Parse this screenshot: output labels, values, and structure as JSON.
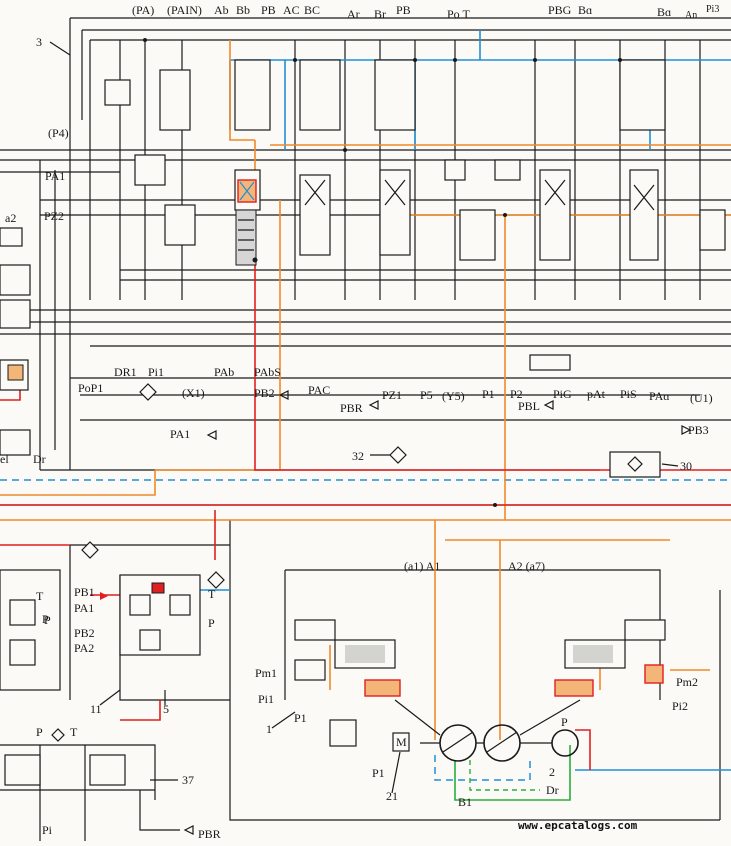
{
  "labels": {
    "pa": "(PA)",
    "pain": "(PAIN)",
    "ab": "Ab",
    "bb": "Bb",
    "pb": "PB",
    "ac": "AC",
    "bc": "BC",
    "ar": "Ar",
    "br": "Br",
    "pb_top2": "PB",
    "po_t": "Po T",
    "pbg": "PBG",
    "ba_top": "Bɑ",
    "ba_right": "Bɑ",
    "an": "An",
    "pi3": "Pi3",
    "n3": "3",
    "p4": "(P4)",
    "pa1_left": "PA1",
    "a2_left": "a2",
    "pz2": "PZ2",
    "dr1": "DR1",
    "pi1": "Pi1",
    "pab": "PAb",
    "pabs": "PAbS",
    "popi": "PoP1",
    "x1": "(X1)",
    "pb2": "PB2",
    "pac": "PAC",
    "pbr_mid": "PBR",
    "pz1": "PZ1",
    "p5": "P5",
    "y5": "(Y5)",
    "p1_mid": "P1",
    "p2_mid": "P2",
    "pbl": "PBL",
    "pig": "PiG",
    "pat": "pAt",
    "pis": "PiS",
    "paa": "PAɑ",
    "u1": "(U1)",
    "pa1_mid": "PA1",
    "pb3": "PB3",
    "n32": "32",
    "n30": "30",
    "dr_left": "Dr",
    "el_left": "el",
    "a1_pump": "(a1) A1",
    "a2_pump": "A2 (a7)",
    "pb1": "PB1",
    "pa1_valve": "PA1",
    "pb2_valve": "PB2",
    "pa2_valve": "PA2",
    "t_valve": "T",
    "p_valve": "P",
    "t_right": "T",
    "p_right": "P",
    "pm1": "Pm1",
    "pi1_pump": "Pi1",
    "n1": "1",
    "p1_pump": "P1",
    "p1_bottom": "P1",
    "m": "M",
    "n21": "21",
    "b1": "B1",
    "dr_pump": "Dr",
    "n2": "2",
    "p_pump": "P",
    "pm2": "Pm2",
    "pi2": "Pi2",
    "n5": "5",
    "n11": "11",
    "p_bottom": "P",
    "t_bottom": "T",
    "n37": "37",
    "pi_bottom": "Pi",
    "pbr_bottom": "PBR",
    "p_left": "P",
    "watermark": "www.epcatalogs.com"
  },
  "line_colors": {
    "pilot_return": "#1f8fd8",
    "pilot_supply": "#f08a2a",
    "high_pressure": "#e02020",
    "drain": "#2cae3c",
    "outline": "#1a1a1a"
  }
}
